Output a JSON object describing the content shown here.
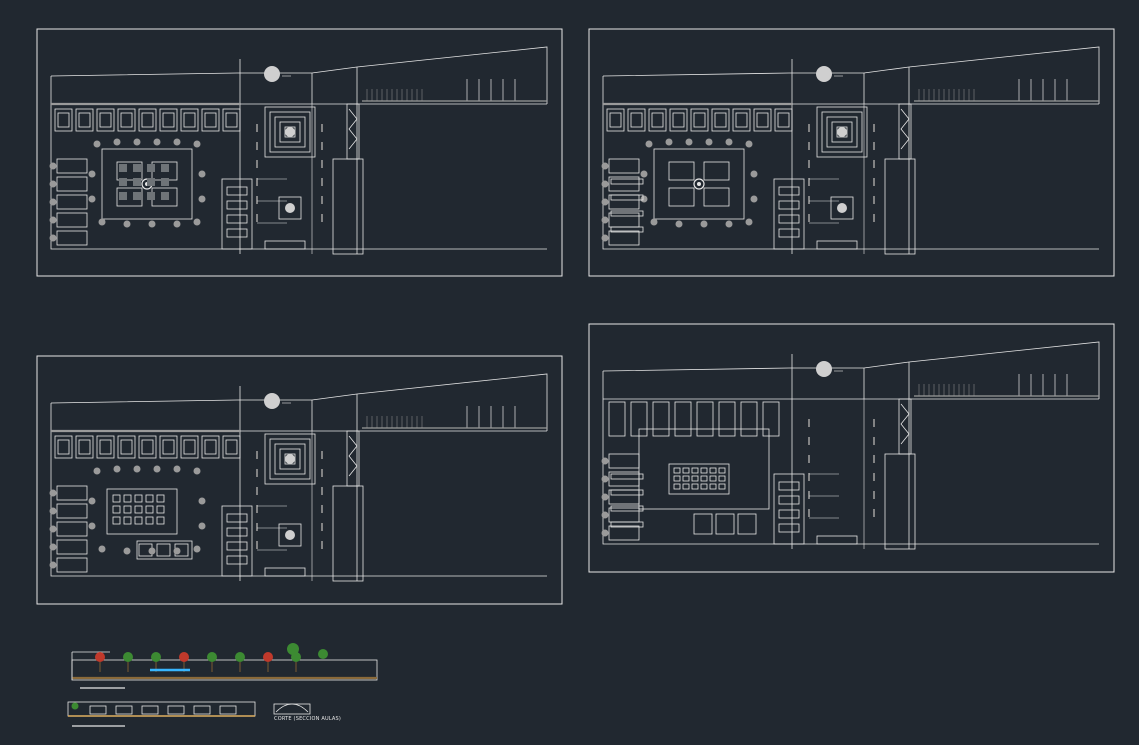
{
  "drawing": {
    "background_color": "#212830",
    "line_color": "#e6e6e6",
    "fill_gray": "#9a9a9a",
    "accent_colors": {
      "tree_green": "#3c8a32",
      "tree_red": "#c0392b",
      "water_cyan": "#38b6ff",
      "ground_brown": "#8a6a3a",
      "plan_orange": "#e0b060"
    }
  },
  "sheets": [
    {
      "id": "plan-level-1",
      "variant": "courtyard"
    },
    {
      "id": "plan-level-2",
      "variant": "open"
    },
    {
      "id": "plan-level-3",
      "variant": "classrooms"
    },
    {
      "id": "plan-level-4",
      "variant": "upper"
    }
  ],
  "sections": {
    "caption_1": "CORTE (SECCION AULAS)"
  }
}
